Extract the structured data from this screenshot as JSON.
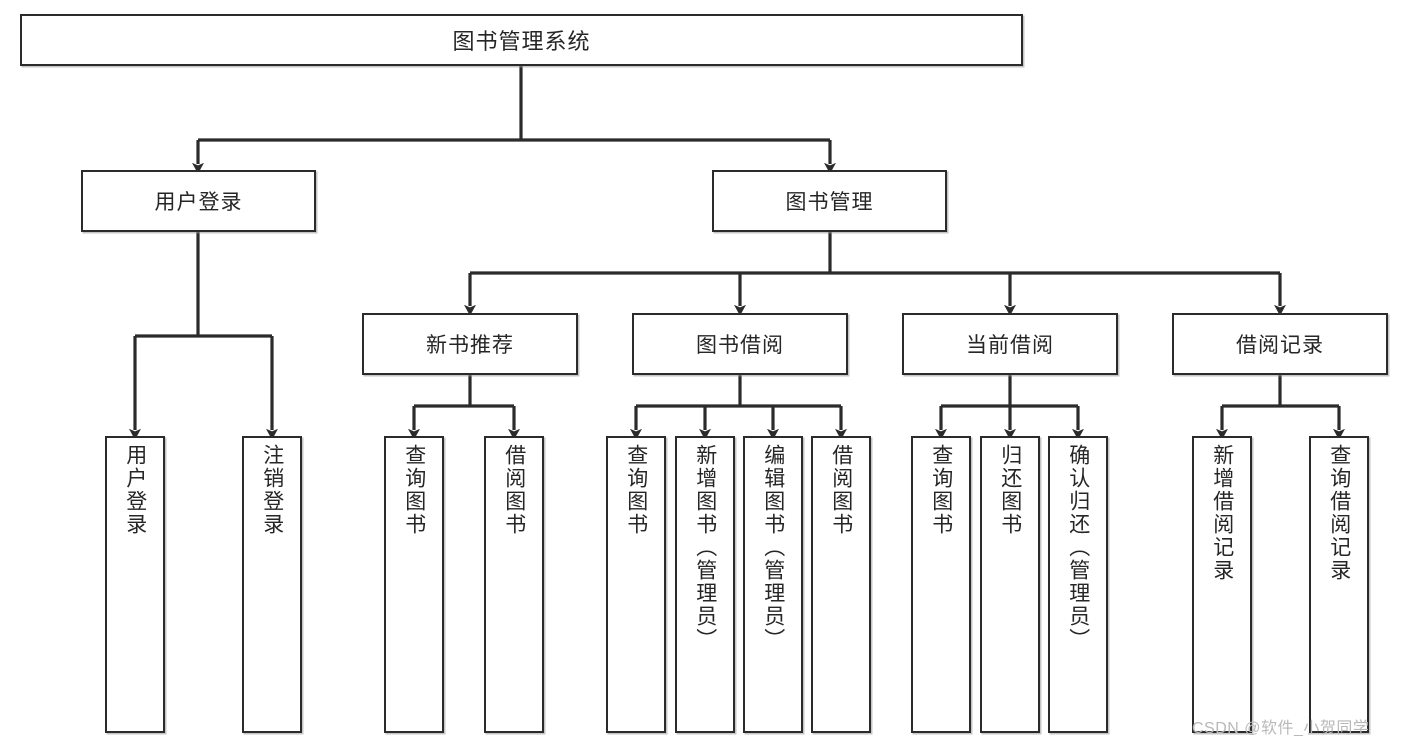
{
  "diagram": {
    "type": "tree-hierarchy-chart",
    "title": "图书管理系统",
    "orientation": "top-down",
    "line_color": "#2b2b2b",
    "box_fill": "#ffffff",
    "text_color": "#262626"
  },
  "nodes": {
    "root": {
      "label": "图书管理系统"
    },
    "level2": [
      {
        "label": "用户登录"
      },
      {
        "label": "图书管理"
      }
    ],
    "level3": [
      {
        "label": "新书推荐"
      },
      {
        "label": "图书借阅"
      },
      {
        "label": "当前借阅"
      },
      {
        "label": "借阅记录"
      }
    ],
    "leaves": {
      "user_login": [
        {
          "label": "用户登录"
        },
        {
          "label": "注销登录"
        }
      ],
      "new_book_recommend": [
        {
          "label": "查询图书"
        },
        {
          "label": "借阅图书"
        }
      ],
      "book_borrow": [
        {
          "label": "查询图书"
        },
        {
          "label": "新增图书（管理员）"
        },
        {
          "label": "编辑图书（管理员）"
        },
        {
          "label": "借阅图书"
        }
      ],
      "current_borrow": [
        {
          "label": "查询图书"
        },
        {
          "label": "归还图书"
        },
        {
          "label": "确认归还（管理员）"
        }
      ],
      "borrow_record": [
        {
          "label": "新增借阅记录"
        },
        {
          "label": "查询借阅记录"
        }
      ]
    }
  },
  "watermark": {
    "text": "CSDN @软件_小贺同学"
  }
}
